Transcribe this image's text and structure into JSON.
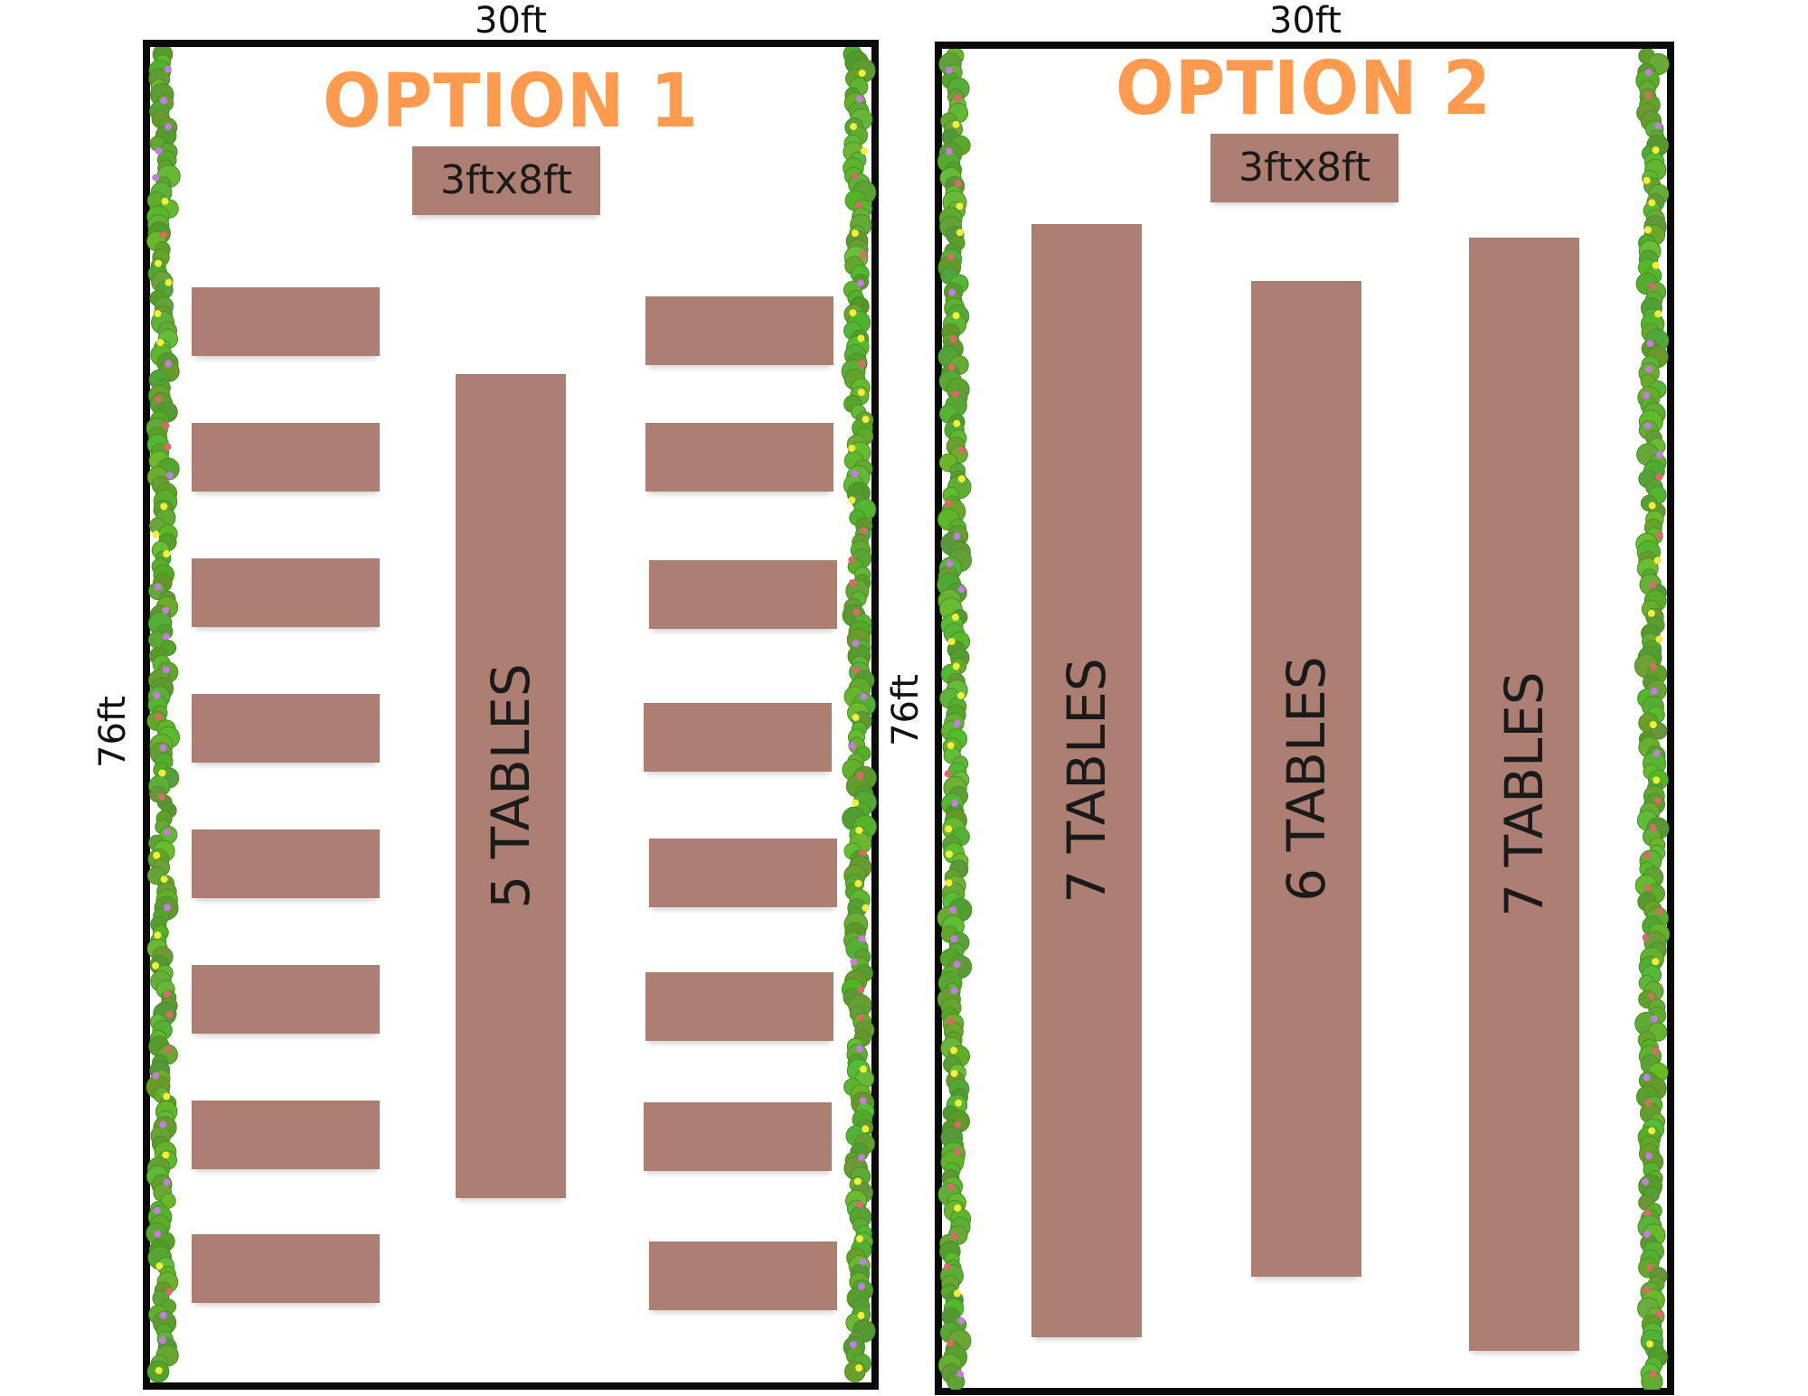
{
  "option1": {
    "title": "OPTION 1",
    "width_label": "30ft",
    "length_label": "76ft",
    "head_table_label": "3ftx8ft",
    "center_table_label": "5 TABLES"
  },
  "option2": {
    "title": "OPTION 2",
    "width_label": "30ft",
    "length_label": "76ft",
    "head_table_label": "3ftx8ft",
    "left_table_label": "7 TABLES",
    "middle_table_label": "6 TABLES",
    "right_table_label": "7 TABLES"
  },
  "colors": {
    "table": "#ad7e72",
    "title": "#ff9a4f",
    "border": "#0a0a0a",
    "hedge_leaf": "#6ab530",
    "flower_yellow": "#f4ee3a",
    "flower_pink": "#d96a6a",
    "flower_purple": "#c77be0"
  }
}
